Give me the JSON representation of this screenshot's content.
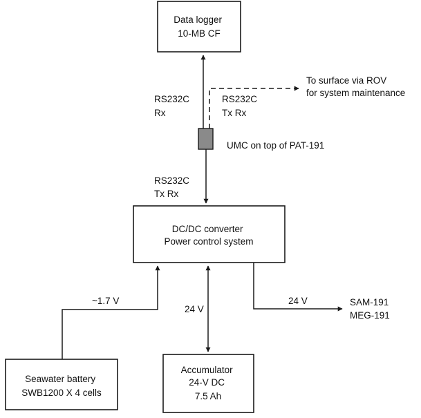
{
  "nodes": {
    "data_logger": [
      "Data logger",
      "10-MB CF"
    ],
    "converter": [
      "DC/DC converter",
      "Power control system"
    ],
    "battery": [
      "Seawater battery",
      "SWB1200 X 4 cells"
    ],
    "accumulator": [
      "Accumulator",
      "24-V DC",
      "7.5 Ah"
    ],
    "umc": "UMC on top of PAT-191",
    "surface": [
      "To surface via ROV",
      "for system maintenance"
    ],
    "sensors": [
      "SAM-191",
      "MEG-191"
    ]
  },
  "edge_labels": {
    "logger_rx": [
      "RS232C",
      "Rx"
    ],
    "surface_link": [
      "RS232C",
      "Tx Rx"
    ],
    "converter_link": [
      "RS232C",
      "Tx Rx"
    ],
    "battery_voltage": "~1.7 V",
    "accumulator_voltage": "24 V",
    "output_voltage": "24 V"
  }
}
